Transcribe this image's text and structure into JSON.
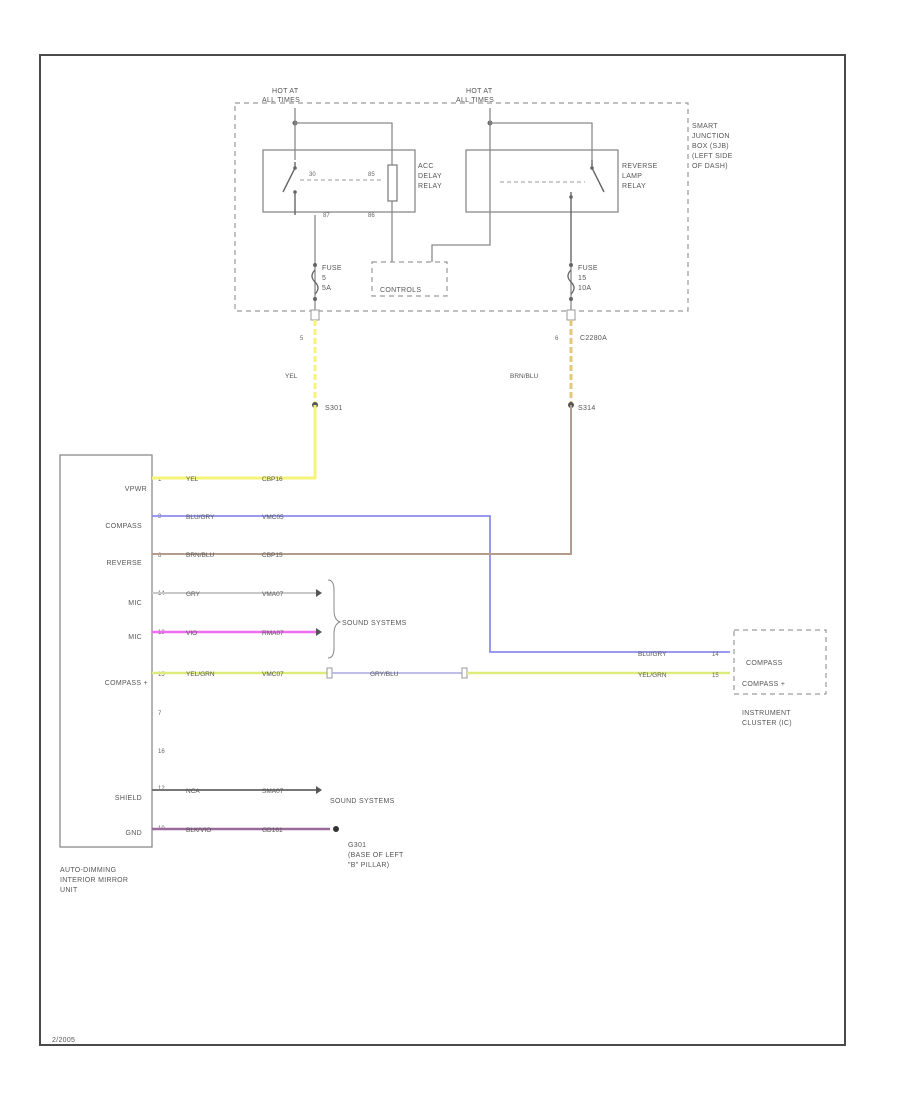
{
  "diagram": {
    "colors": {
      "yellow": "#f4f47a",
      "blue": "#8c8cf0",
      "brown": "#b39c8c",
      "gray": "#c8c8c8",
      "violet": "#f06cf0",
      "yellow_green": "#dceb7a",
      "gray_blue": "#b4b4e6",
      "dark": "#666666",
      "purple": "#9a6a9a"
    },
    "top": {
      "hot_left_1": "HOT AT",
      "hot_left_2": "ALL TIMES",
      "hot_right_1": "HOT AT",
      "hot_right_2": "ALL TIMES",
      "sjb_1": "SMART",
      "sjb_2": "JUNCTION",
      "sjb_3": "BOX (SJB)",
      "sjb_4": "(LEFT SIDE",
      "sjb_5": "OF DASH)",
      "acc_relay_1": "ACC",
      "acc_relay_2": "DELAY",
      "acc_relay_3": "RELAY",
      "rev_relay_1": "REVERSE",
      "rev_relay_2": "LAMP",
      "rev_relay_3": "RELAY",
      "relay_pin_1": "30",
      "relay_pin_2": "87",
      "relay_pin_3": "85",
      "relay_pin_4": "86",
      "controls": "CONTROLS",
      "fuse_left_1": "FUSE",
      "fuse_left_2": "5",
      "fuse_left_3": "5A",
      "fuse_right_1": "FUSE",
      "fuse_right_2": "15",
      "fuse_right_3": "10A",
      "conn_left": "5",
      "conn_right": "6",
      "conn_right_name": "C2280A",
      "wire_left": "YEL",
      "wire_right": "BRN/BLU",
      "splice_left": "S301",
      "splice_right": "S314"
    },
    "mirror": {
      "pin_labels": [
        "VPWR",
        "COMPASS",
        "REVERSE",
        "MIC",
        "MIC",
        "COMPASS +",
        "",
        "",
        "SHIELD",
        "GND"
      ],
      "pin_numbers": [
        "1",
        "9",
        "8",
        "14",
        "13",
        "15",
        "7",
        "16",
        "12",
        "10"
      ],
      "wire_colors": [
        "YEL",
        "BLU/GRY",
        "BRN/BLU",
        "GRY",
        "VIO",
        "YEL/GRN",
        "",
        "",
        "NCA",
        "BLK/VIO"
      ],
      "circuits": [
        "CBP16",
        "VMC05",
        "CBP15",
        "VMA07",
        "RMA07",
        "VMC07",
        "",
        "",
        "SMA07",
        "GD161"
      ],
      "name_1": "AUTO-DIMMING",
      "name_2": "INTERIOR MIRROR",
      "name_3": "UNIT"
    },
    "sound_systems_1": "SOUND SYSTEMS",
    "sound_systems_2": "SOUND SYSTEMS",
    "ground_1": "G301",
    "ground_2": "(BASE OF LEFT",
    "ground_3": "\"B\" PILLAR)",
    "mid_wire": "GRY/BLU",
    "cluster": {
      "wire_1": "BLU/GRY",
      "wire_2": "YEL/GRN",
      "pin_1": "14",
      "pin_2": "15",
      "label_1": "COMPASS",
      "label_2": "COMPASS +",
      "name_1": "INSTRUMENT",
      "name_2": "CLUSTER (IC)"
    },
    "footer": "2/2005"
  }
}
